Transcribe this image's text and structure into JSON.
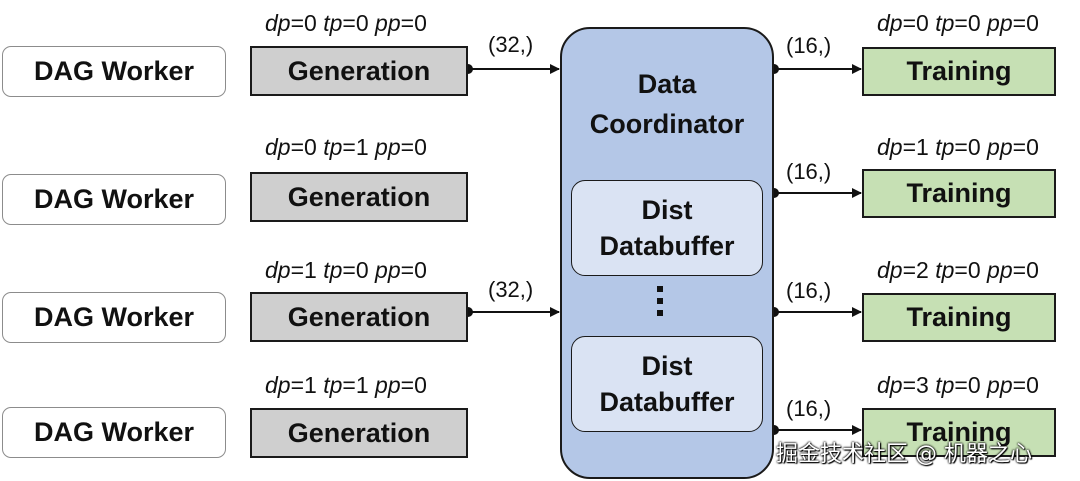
{
  "workers": [
    {
      "worker_label": "DAG Worker",
      "gen_label": "Generation",
      "dp": "0",
      "tp": "0",
      "pp": "0"
    },
    {
      "worker_label": "DAG Worker",
      "gen_label": "Generation",
      "dp": "0",
      "tp": "1",
      "pp": "0"
    },
    {
      "worker_label": "DAG Worker",
      "gen_label": "Generation",
      "dp": "1",
      "tp": "0",
      "pp": "0"
    },
    {
      "worker_label": "DAG Worker",
      "gen_label": "Generation",
      "dp": "1",
      "tp": "1",
      "pp": "0"
    }
  ],
  "param_names": {
    "dp": "dp",
    "tp": "tp",
    "pp": "pp"
  },
  "input_shapes": [
    "(32,)",
    "(32,)"
  ],
  "coordinator": {
    "title_line1": "Data",
    "title_line2": "Coordinator",
    "buffers": [
      {
        "line1": "Dist",
        "line2": "Databuffer"
      },
      {
        "line1": "Dist",
        "line2": "Databuffer"
      }
    ]
  },
  "trainers": [
    {
      "label": "Training",
      "dp": "0",
      "tp": "0",
      "pp": "0",
      "shape": "(16,)"
    },
    {
      "label": "Training",
      "dp": "1",
      "tp": "0",
      "pp": "0",
      "shape": "(16,)"
    },
    {
      "label": "Training",
      "dp": "2",
      "tp": "0",
      "pp": "0",
      "shape": "(16,)"
    },
    {
      "label": "Training",
      "dp": "3",
      "tp": "0",
      "pp": "0",
      "shape": "(16,)"
    }
  ],
  "watermark": "掘金技术社区 @ 机器之心",
  "colors": {
    "generation_fill": "#cfcfcf",
    "training_fill": "#c6e0b4",
    "coordinator_fill": "#b4c7e7",
    "buffer_fill": "#dae3f3"
  }
}
